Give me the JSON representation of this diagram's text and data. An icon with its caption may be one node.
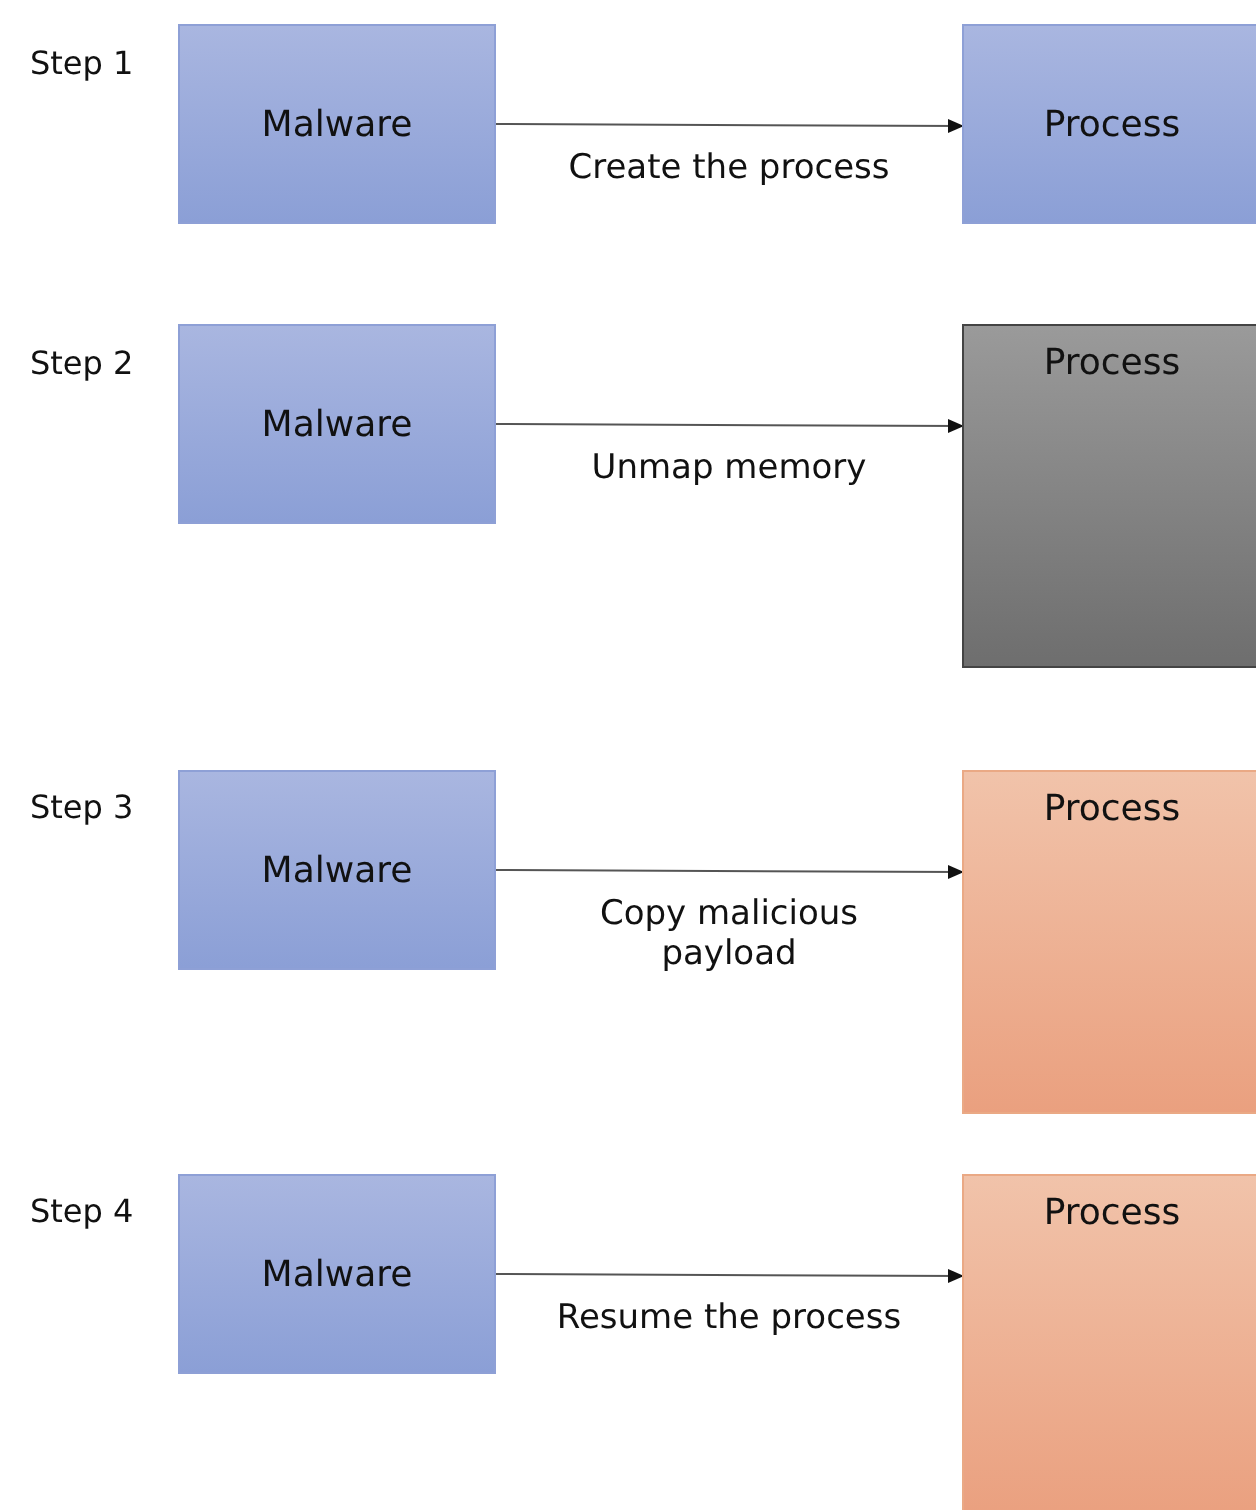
{
  "diagram": {
    "nodes": [
      {
        "text": [
          "Malware"
        ]
      },
      {
        "text": [
          "Process"
        ]
      },
      {
        "text": [
          "Malware"
        ]
      },
      {
        "text": [
          "Process"
        ]
      },
      {
        "text": [
          "Malware"
        ]
      },
      {
        "text": [
          "Process"
        ]
      },
      {
        "text": [
          "Malware"
        ]
      },
      {
        "text": [
          "Process"
        ]
      }
    ],
    "edges": [
      {
        "from": 0,
        "to": 1,
        "arrow": "to",
        "label": "Create the process"
      },
      {
        "from": 2,
        "to": 3,
        "arrow": "to",
        "label": "Unmap memory"
      },
      {
        "from": 4,
        "to": 5,
        "arrow": "to",
        "label": "Copy malicious payload"
      },
      {
        "from": 6,
        "to": 7,
        "arrow": "to",
        "label": "Resume the process"
      }
    ],
    "labels": [
      "Step 1",
      "Step 2",
      "Step 3",
      "Step 4"
    ]
  }
}
